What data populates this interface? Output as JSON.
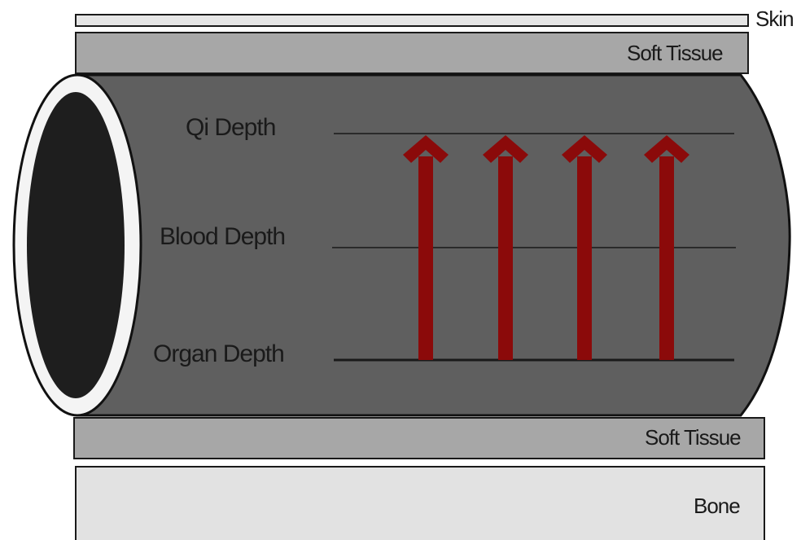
{
  "layers": {
    "skin": "Skin",
    "soft_tissue_top": "Soft Tissue",
    "soft_tissue_bottom": "Soft Tissue",
    "bone": "Bone"
  },
  "depths": {
    "qi": "Qi Depth",
    "blood": "Blood Depth",
    "organ": "Organ Depth"
  },
  "arrow_count": 4,
  "colors": {
    "skin": "#e6e6e6",
    "soft_tissue": "#a7a7a7",
    "vessel": "#5f5f5f",
    "lumen": "#1e1e1e",
    "bone": "#e2e2e2",
    "arrow": "#8b0a0a"
  }
}
